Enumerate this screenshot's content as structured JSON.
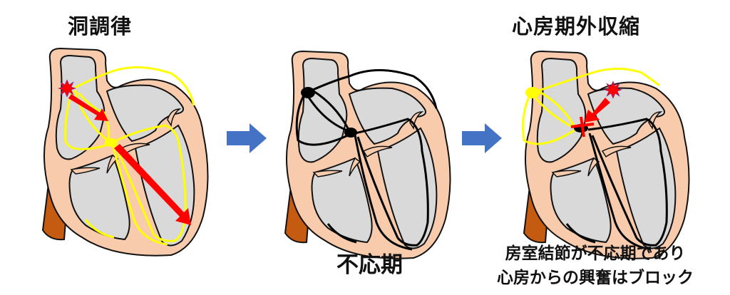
{
  "panels": [
    {
      "id": "sinus-rhythm",
      "title": "洞調律",
      "conduction_color": "#ffff00",
      "impulse_origin": "sinus-node"
    },
    {
      "id": "refractory",
      "caption": "不応期",
      "conduction_color": "#000000"
    },
    {
      "id": "pac",
      "title": "心房期外収縮",
      "caption_lines": [
        "房室結節が不応期であり",
        "心房からの興奮はブロック"
      ],
      "conduction_color": "#ffff00",
      "impulse_origin": "ectopic-atrial",
      "block_marker": "red-cross"
    }
  ],
  "arrows": [
    {
      "id": "arrow-1",
      "color": "#4472c4"
    },
    {
      "id": "arrow-2",
      "color": "#4472c4"
    }
  ],
  "colors": {
    "myocardium": "#f8cbad",
    "chamber": "#d9d9d9",
    "outline": "#111111",
    "vessel": "#c55a11",
    "impulse": "#ff0000",
    "conduction_active": "#ffff00",
    "conduction_refractory": "#000000",
    "flow_arrow": "#4472c4"
  }
}
